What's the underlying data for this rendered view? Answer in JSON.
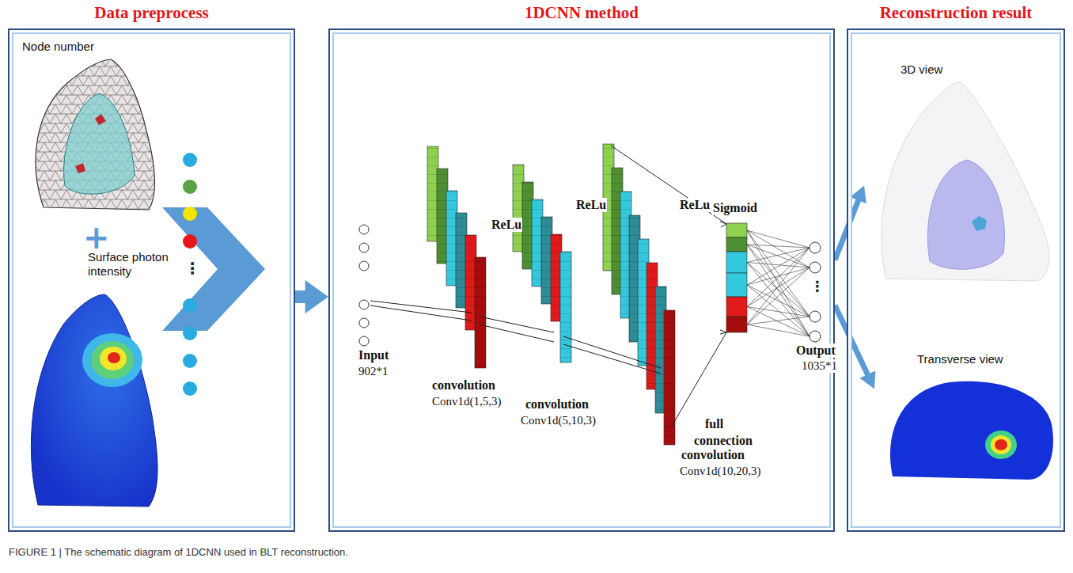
{
  "diagram": {
    "caption": "FIGURE 1 | The schematic diagram of 1DCNN used in BLT reconstruction.",
    "nodes": [
      {
        "text": [
          "Data preprocess"
        ]
      },
      {
        "text": [
          "Node number"
        ],
        "in": 0
      },
      {
        "text": [
          "Surface photon intensity"
        ],
        "in": 0
      },
      {
        "text": [
          "1DCNN method"
        ]
      },
      {
        "text": [
          "Reconstruction result"
        ]
      },
      {
        "text": [
          "3D view"
        ],
        "in": 4
      },
      {
        "text": [
          "Transverse view"
        ],
        "in": 4
      }
    ],
    "edges": [
      {
        "from": 0,
        "to": 3,
        "arrow": "to"
      },
      {
        "from": 3,
        "to": 5,
        "arrow": "to"
      },
      {
        "from": 3,
        "to": 6,
        "arrow": "to"
      }
    ],
    "labels": [
      "+",
      "⋮",
      "Input",
      "902*1",
      "convolution",
      "Conv1d(1,5,3)",
      "ReLu",
      "convolution",
      "Conv1d(5,10,3)",
      "ReLu",
      "convolution",
      "Conv1d(10,20,3)",
      "ReLu",
      "Sigmoid",
      "full",
      "connection",
      "Output",
      "1035*1",
      "⋮"
    ]
  }
}
